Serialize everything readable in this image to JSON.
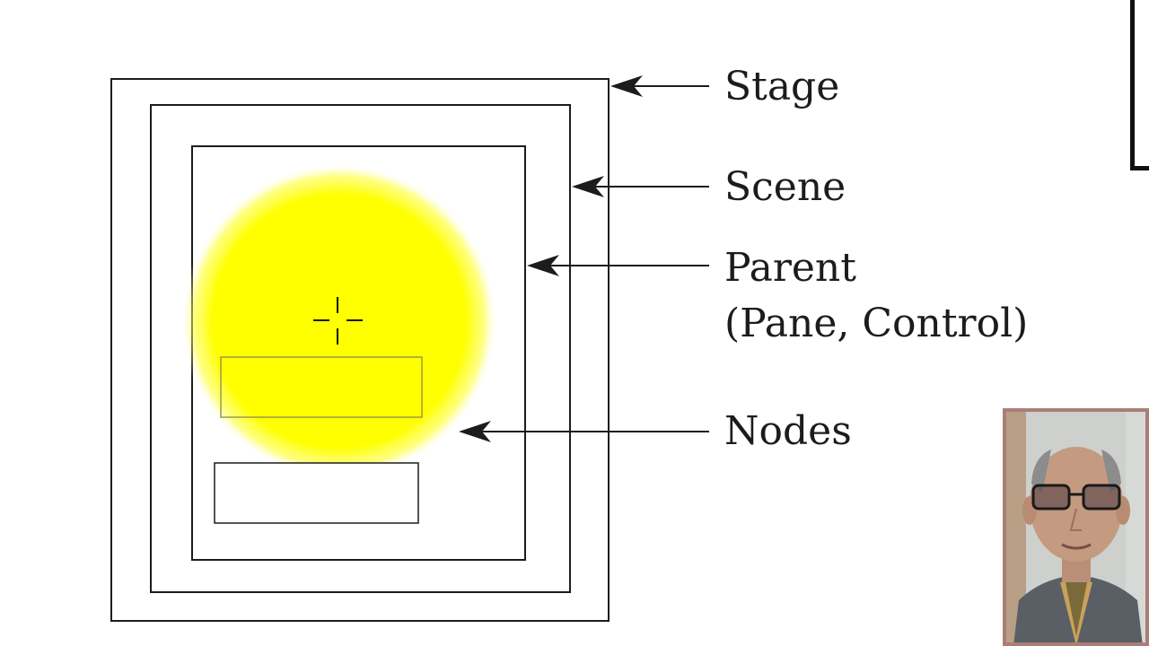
{
  "diagram": {
    "labels": {
      "stage": "Stage",
      "scene": "Scene",
      "parent": "Parent",
      "parent_sub": "(Pane, Control)",
      "nodes": "Nodes"
    },
    "colors": {
      "outline": "#1c1c1c",
      "node_circle": "#ffff00",
      "background": "#ffffff"
    },
    "icons": [
      "crosshair-icon",
      "arrow-left-icon"
    ]
  },
  "webcam": {
    "frame_color": "#a97e78"
  }
}
